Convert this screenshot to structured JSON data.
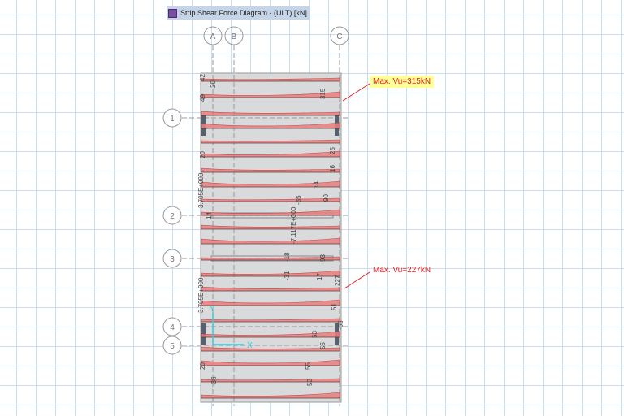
{
  "window": {
    "title": "Strip Shear Force Diagram   - (ULT)  [kN]",
    "icon": "strip-diagram-icon"
  },
  "grid_axes": {
    "columns": [
      "A",
      "B",
      "C"
    ],
    "rows": [
      "1",
      "2",
      "3",
      "4",
      "5"
    ]
  },
  "callouts": [
    {
      "text": "Max. Vu=315kN",
      "highlight": "#ffff99"
    },
    {
      "text": "Max. Vu=227kN",
      "highlight": ""
    }
  ],
  "value_labels": [
    "42",
    "20",
    "49",
    "315",
    "20",
    "25",
    "16",
    "14",
    "3.705E+000",
    "-55",
    "90",
    "14",
    "-7.117E+000",
    "-18",
    "-31",
    "93",
    "17",
    "227",
    "3.705E+000",
    "51",
    "-65",
    "53",
    "56",
    "20",
    "55",
    "52",
    "-36"
  ],
  "axis_triad": {
    "x": "X",
    "y": "Y"
  },
  "colors": {
    "diagram_fill": "#e88080",
    "diagram_line": "#c03030",
    "slab": "#d8dadc",
    "callout": "#e02020",
    "axis": "#2ad0e0"
  }
}
